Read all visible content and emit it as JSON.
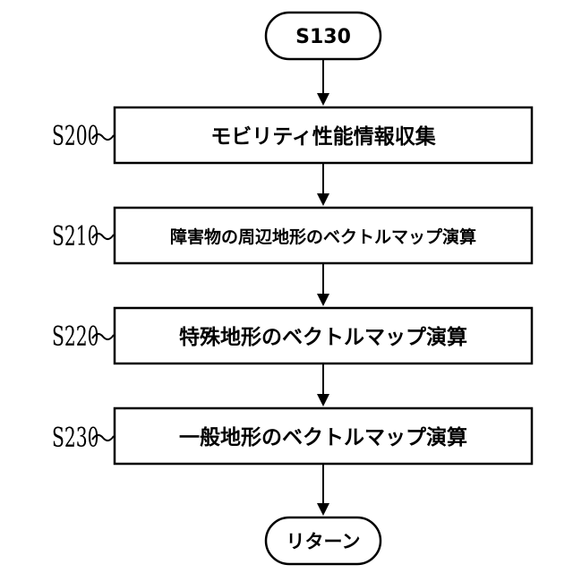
{
  "diagram": {
    "start": {
      "label": "S130"
    },
    "end": {
      "label": "リターン"
    },
    "steps": [
      {
        "id": "S200",
        "label": "モビリティ性能情報収集"
      },
      {
        "id": "S210",
        "label": "障害物の周辺地形のベクトルマップ演算"
      },
      {
        "id": "S220",
        "label": "特殊地形のベクトルマップ演算"
      },
      {
        "id": "S230",
        "label": "一般地形のベクトルマップ演算"
      }
    ],
    "colors": {
      "stroke": "#000000",
      "fill": "#ffffff",
      "text": "#000000"
    }
  }
}
